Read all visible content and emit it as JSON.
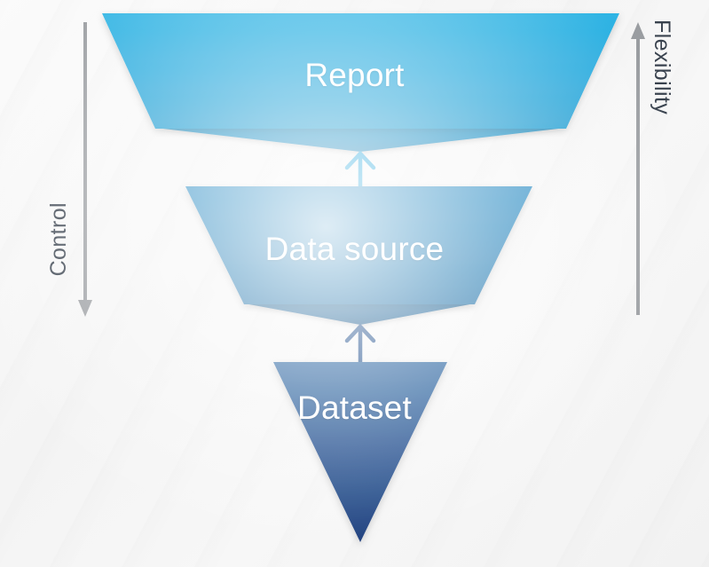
{
  "diagram": {
    "title": "Report / Data source / Dataset funnel",
    "background_color": "#f6f6f6",
    "stages": [
      {
        "id": "report",
        "label": "Report",
        "shape": "inverted-trapezoid",
        "fill_top": "#2cb0e0",
        "fill_bottom": "#219ed4",
        "fold_color": "#1f91c4",
        "label_color": "#ffffff"
      },
      {
        "id": "data-source",
        "label": "Data source",
        "shape": "inverted-trapezoid",
        "fill_top": "#2286bf",
        "fill_bottom": "#1c70a9",
        "fold_color": "#1b5f93",
        "label_color": "#ffffff"
      },
      {
        "id": "dataset",
        "label": "Dataset",
        "shape": "inverted-triangle",
        "fill_top": "#1f5a97",
        "fill_bottom": "#1f3f7e",
        "label_color": "#ffffff"
      }
    ],
    "connectors": [
      {
        "id": "dataset-to-data-source",
        "from": "dataset",
        "to": "data-source",
        "direction": "up",
        "color": "#1f4e8c"
      },
      {
        "id": "data-source-to-report",
        "from": "data-source",
        "to": "report",
        "direction": "up",
        "color": "#29a8dd"
      }
    ],
    "axes": [
      {
        "id": "control",
        "label": "Control",
        "side": "left",
        "direction": "down",
        "color": "#9a9da1",
        "text_color": "#39424e"
      },
      {
        "id": "flexibility",
        "label": "Flexibility",
        "side": "right",
        "direction": "up",
        "color": "#9a9da1",
        "text_color": "#39424e"
      }
    ]
  }
}
